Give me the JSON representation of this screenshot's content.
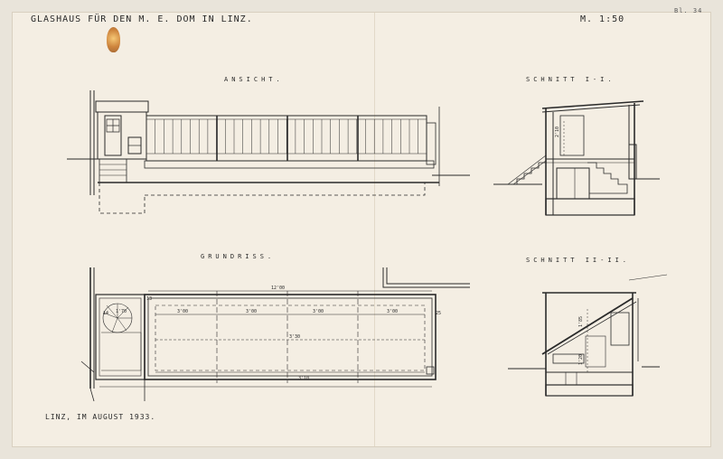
{
  "sheet": {
    "title": "GLASHAUS FÜR DEN M. E. DOM IN LINZ.",
    "scale": "M. 1:50",
    "sheet_number": "Bl. 34",
    "date_line": "LINZ, IM AUGUST 1933."
  },
  "views": {
    "elevation": "ANSICHT.",
    "section_1": "SCHNITT I-I.",
    "plan": "GRUNDRISS.",
    "section_2": "SCHNITT II-II."
  },
  "dimensions": {
    "overall_length": "12'00",
    "bay_1": "3'00",
    "bay_2": "3'00",
    "bay_3": "3'00",
    "bay_4": "3'00",
    "width": "3'30",
    "inner_width": "3'10",
    "stair_width": "1'70",
    "section_height": "2'10",
    "section_height_2": "1'85",
    "section_sill": "1'20",
    "plan_mark_13": "13",
    "plan_mark_14": "14",
    "plan_mark_25": "25"
  },
  "colors": {
    "paper": "#f4eee3",
    "ink": "#2a2a2a",
    "stain": "#c9782a"
  }
}
